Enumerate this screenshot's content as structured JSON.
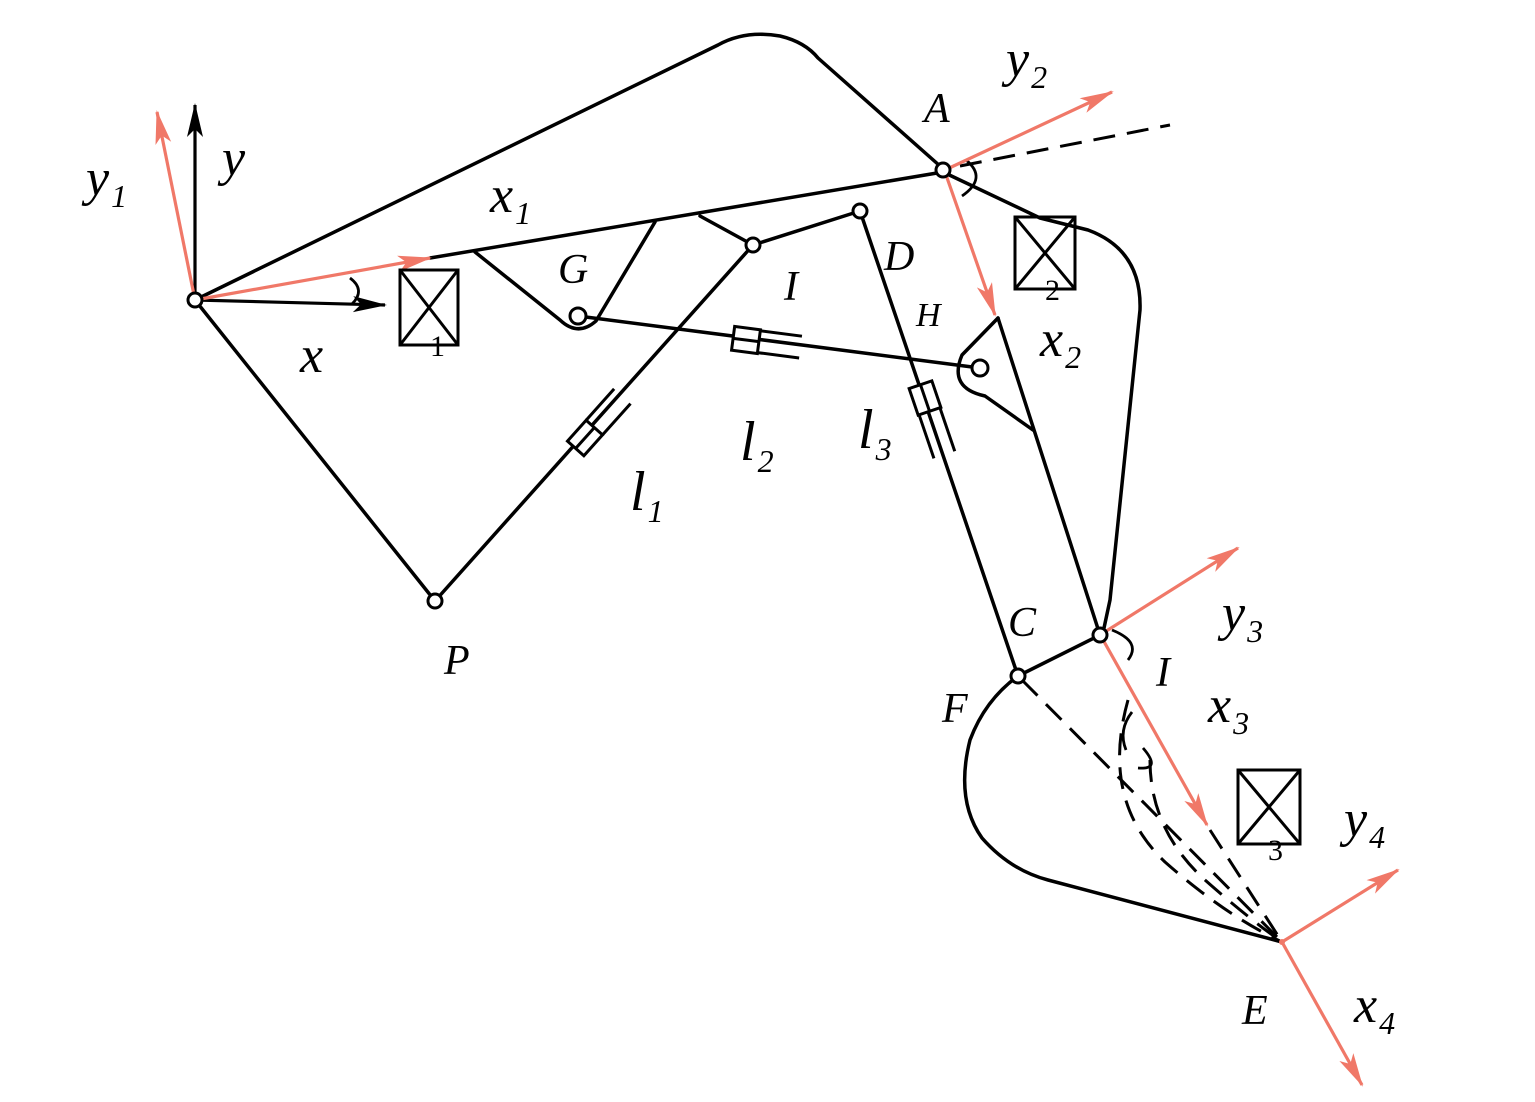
{
  "colors": {
    "line": "#000000",
    "axis_arrow": "#f07868",
    "background": "#ffffff"
  },
  "labels": {
    "y1": {
      "main": "y",
      "sub": "1"
    },
    "y": {
      "main": "y"
    },
    "x1": {
      "main": "x",
      "sub": "1"
    },
    "x": {
      "main": "x"
    },
    "G": "G",
    "I_boom": "I",
    "D": "D",
    "H": "H",
    "A": "A",
    "y2": {
      "main": "y",
      "sub": "2"
    },
    "x2": {
      "main": "x",
      "sub": "2"
    },
    "l1": {
      "main": "l",
      "sub": "1"
    },
    "l2": {
      "main": "l",
      "sub": "2"
    },
    "l3": {
      "main": "l",
      "sub": "3"
    },
    "P": "P",
    "C": "C",
    "F": "F",
    "I_stick": "I",
    "y3": {
      "main": "y",
      "sub": "3"
    },
    "x3": {
      "main": "x",
      "sub": "3"
    },
    "y4": {
      "main": "y",
      "sub": "4"
    },
    "x4": {
      "main": "x",
      "sub": "4"
    },
    "E": "E"
  },
  "angle_symbols": [
    {
      "sub": "1"
    },
    {
      "sub": "2"
    },
    {
      "sub": "3"
    }
  ]
}
